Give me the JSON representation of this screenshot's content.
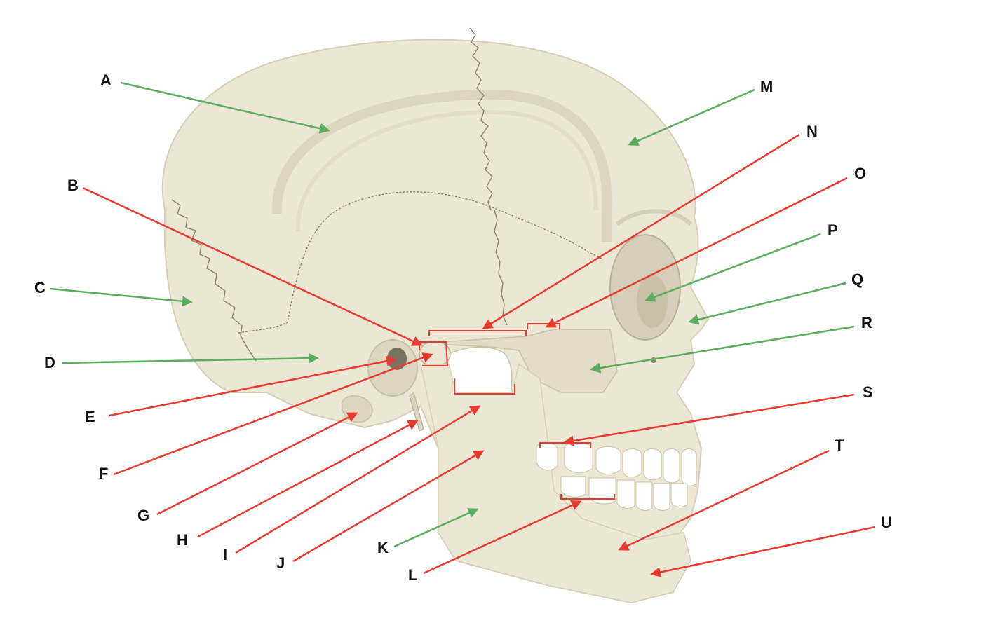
{
  "colors": {
    "bone": "#ece6d4",
    "bone_shade": "#ddd5bf",
    "bone_dark": "#c9c0a8",
    "suture": "#8a8270",
    "green_arrow": "#5aad5e",
    "red_arrow": "#e63b2e"
  },
  "labels": [
    {
      "id": "A",
      "text": "A",
      "color": "green"
    },
    {
      "id": "B",
      "text": "B",
      "color": "red"
    },
    {
      "id": "C",
      "text": "C",
      "color": "green"
    },
    {
      "id": "D",
      "text": "D",
      "color": "green"
    },
    {
      "id": "E",
      "text": "E",
      "color": "red"
    },
    {
      "id": "F",
      "text": "F",
      "color": "red"
    },
    {
      "id": "G",
      "text": "G",
      "color": "red"
    },
    {
      "id": "H",
      "text": "H",
      "color": "red"
    },
    {
      "id": "I",
      "text": "I",
      "color": "red"
    },
    {
      "id": "J",
      "text": "J",
      "color": "red"
    },
    {
      "id": "K",
      "text": "K",
      "color": "green"
    },
    {
      "id": "L",
      "text": "L",
      "color": "red"
    },
    {
      "id": "M",
      "text": "M",
      "color": "green"
    },
    {
      "id": "N",
      "text": "N",
      "color": "red"
    },
    {
      "id": "O",
      "text": "O",
      "color": "red"
    },
    {
      "id": "P",
      "text": "P",
      "color": "green"
    },
    {
      "id": "Q",
      "text": "Q",
      "color": "green"
    },
    {
      "id": "R",
      "text": "R",
      "color": "green"
    },
    {
      "id": "S",
      "text": "S",
      "color": "red"
    },
    {
      "id": "T",
      "text": "T",
      "color": "red"
    },
    {
      "id": "U",
      "text": "U",
      "color": "red"
    }
  ]
}
